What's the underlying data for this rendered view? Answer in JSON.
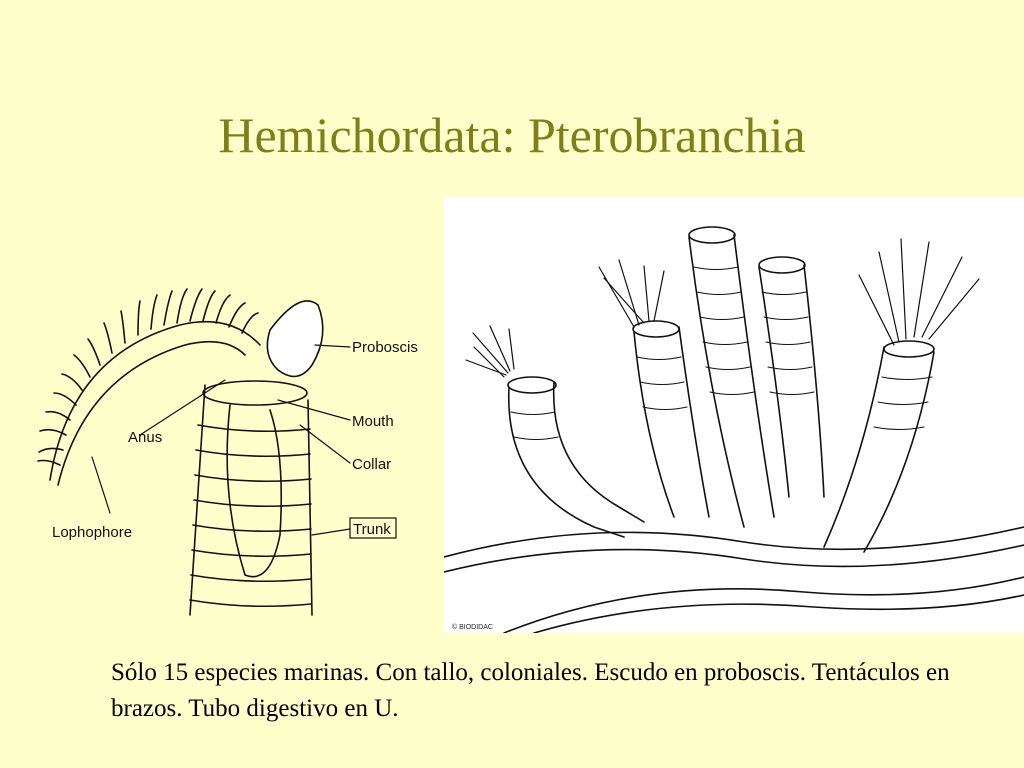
{
  "slide": {
    "title": "Hemichordata: Pterobranchia",
    "body": "Sólo 15 especies marinas. Con tallo, coloniales. Escudo en proboscis. Tentáculos en brazos. Tubo digestivo en U."
  },
  "left_figure": {
    "labels": {
      "proboscis": "Proboscis",
      "mouth": "Mouth",
      "anus": "Anus",
      "collar": "Collar",
      "trunk": "Trunk",
      "lophophore": "Lophophore"
    }
  },
  "right_figure": {
    "credit": "© BIODIDAC"
  }
}
